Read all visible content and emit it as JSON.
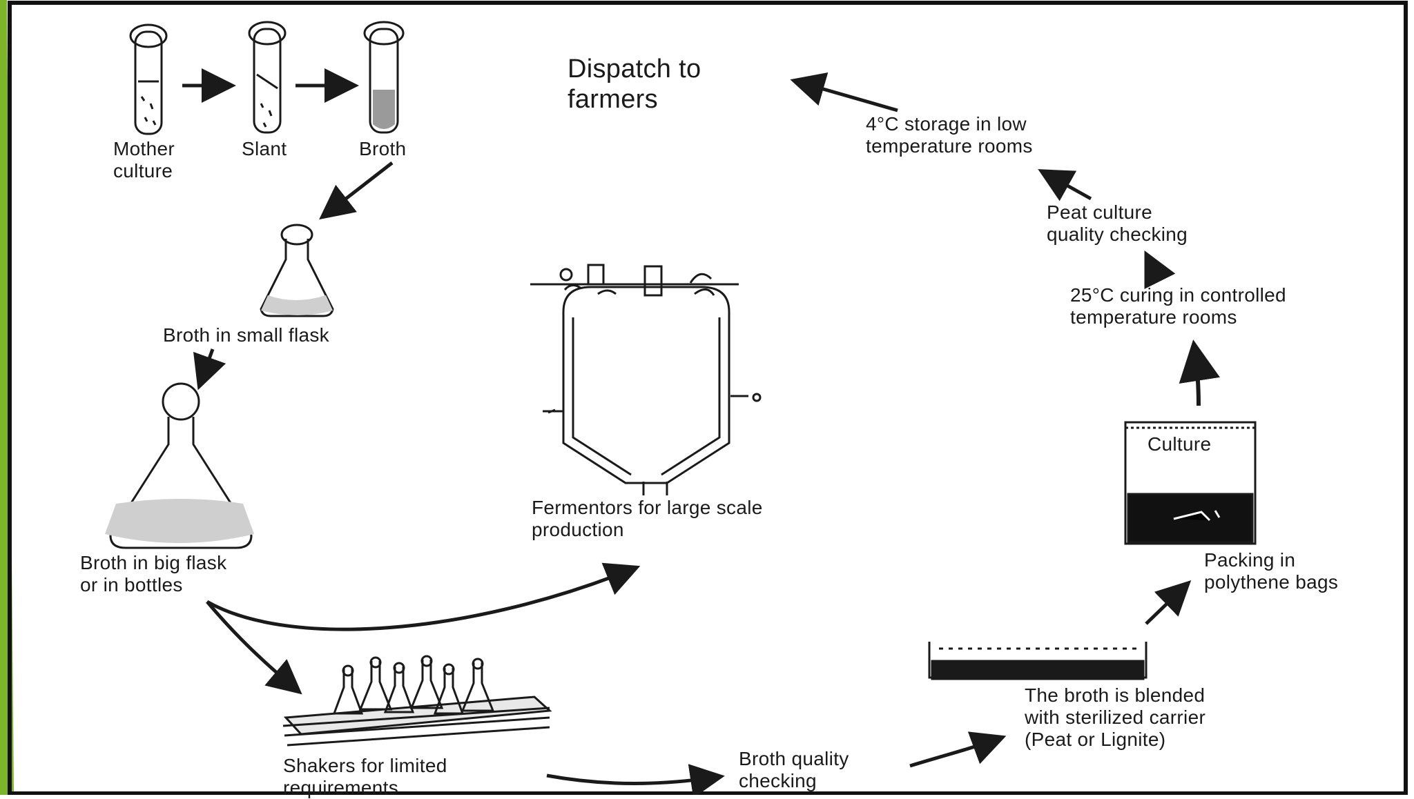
{
  "diagram": {
    "colors": {
      "accent": "#7db42a",
      "ink": "#1a1a1a",
      "frame": "#111111",
      "background": "#ffffff"
    },
    "labels": {
      "mother_culture": "Mother\nculture",
      "slant": "Slant",
      "broth": "Broth",
      "broth_small_flask": "Broth in small flask",
      "broth_big_flask": "Broth in big flask\nor in bottles",
      "fermentors": "Fermentors for large scale\nproduction",
      "shakers": "Shakers for limited\nrequirements",
      "broth_quality": "Broth quality\nchecking",
      "broth_blended": "The broth is blended\nwith sterilized carrier\n(Peat or Lignite)",
      "packing": "Packing in\npolythene bags",
      "culture_bag": "Culture",
      "curing": "25°C curing in controlled\ntemperature rooms",
      "peat_quality": "Peat culture\nquality checking",
      "storage": "4°C storage in low\ntemperature rooms",
      "dispatch": "Dispatch to\nfarmers"
    }
  }
}
